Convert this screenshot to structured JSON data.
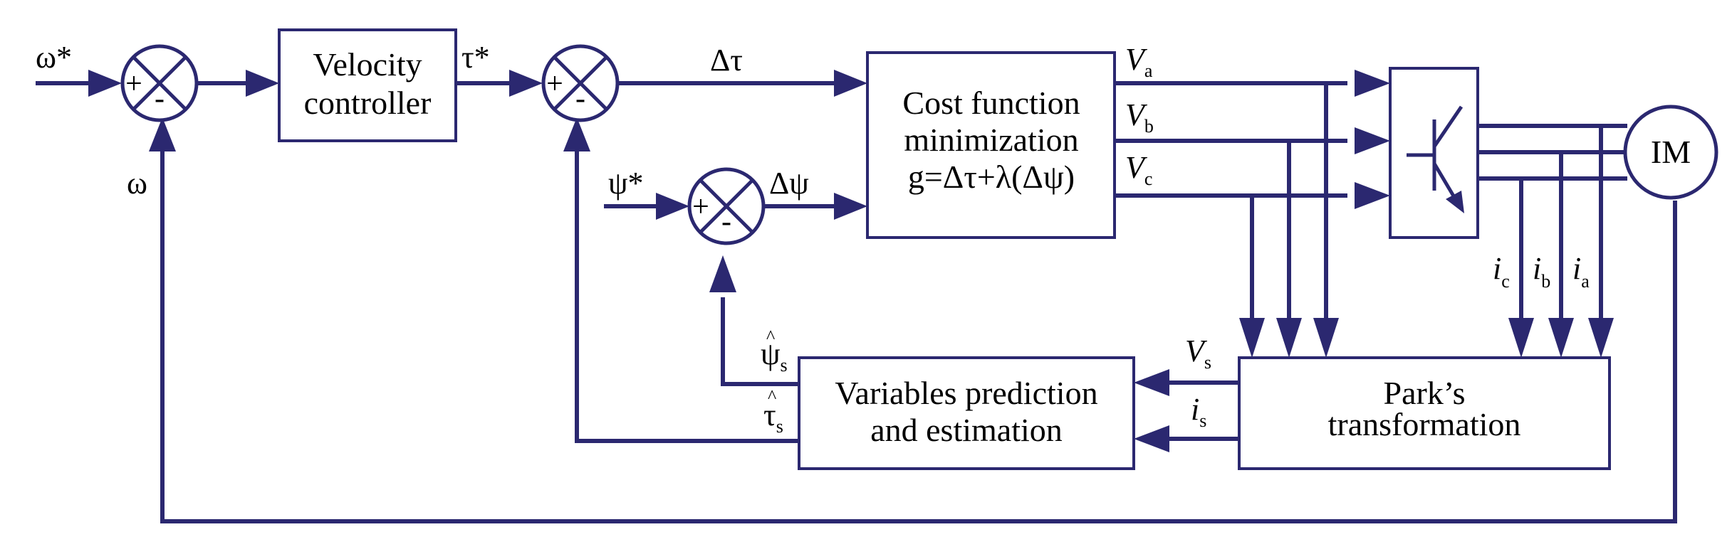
{
  "colors": {
    "line": "#2b2870",
    "text": "#000000",
    "background": "#ffffff"
  },
  "blocks": {
    "velocity_controller": {
      "line1": "Velocity",
      "line2": "controller"
    },
    "cost_function": {
      "line1": "Cost function",
      "line2": "minimization",
      "line3": "g=Δτ+λ(Δψ)"
    },
    "variables_prediction": {
      "line1": "Variables prediction",
      "line2": "and estimation"
    },
    "park_transformation": {
      "line1": "Park’s",
      "line2": "transformation"
    },
    "motor": {
      "label": "IM"
    }
  },
  "summing_junctions": {
    "speed": {
      "plus": "+",
      "minus": "-"
    },
    "torque": {
      "plus": "+",
      "minus": "-"
    },
    "flux": {
      "plus": "+",
      "minus": "-"
    }
  },
  "signals": {
    "omega_ref": "ω*",
    "omega": "ω",
    "tau_ref": "τ*",
    "delta_tau": "Δτ",
    "psi_ref": "ψ*",
    "delta_psi": "Δψ",
    "va": {
      "main": "V",
      "sub": "a"
    },
    "vb": {
      "main": "V",
      "sub": "b"
    },
    "vc": {
      "main": "V",
      "sub": "c"
    },
    "ic": {
      "main": "i",
      "sub": "c"
    },
    "ib": {
      "main": "i",
      "sub": "b"
    },
    "ia": {
      "main": "i",
      "sub": "a"
    },
    "vs": {
      "main": "V",
      "sub": "s"
    },
    "is": {
      "main": "i",
      "sub": "s"
    },
    "psi_hat": {
      "main": "ψ",
      "sub": "s",
      "accent": "^"
    },
    "tau_hat": {
      "main": "τ",
      "sub": "s",
      "accent": "^"
    }
  },
  "icons": {
    "inverter": "transistor-switch-icon",
    "motor": "induction-motor-icon"
  }
}
